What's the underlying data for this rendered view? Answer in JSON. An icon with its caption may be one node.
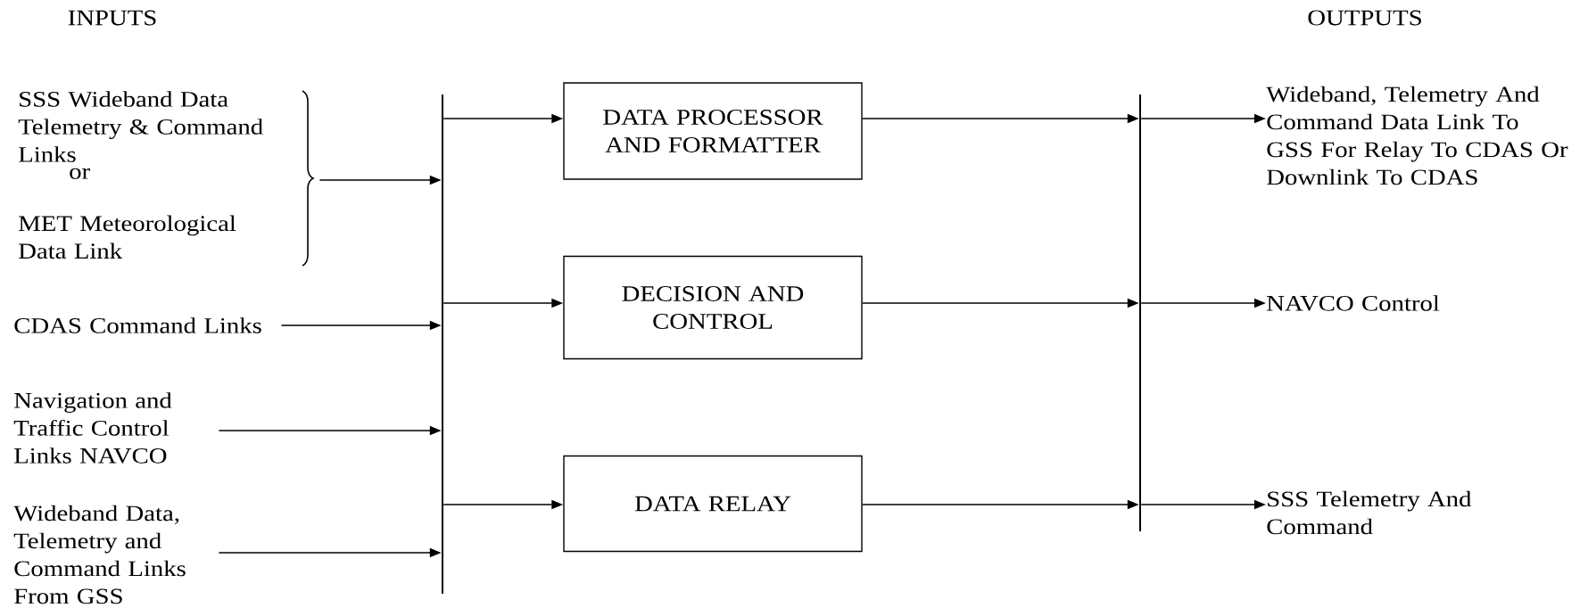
{
  "diagram": {
    "nodes": [
      {
        "text": [
          "SSS Wideband Data Telemetry & Command Links",
          "or",
          "MET Meteorological Data Link"
        ]
      },
      {
        "text": [
          "CDAS Command Links"
        ]
      },
      {
        "text": [
          "Navigation and Traffic Control Links NAVCO"
        ]
      },
      {
        "text": [
          "Wideband Data, Telemetry and Command Links From GSS"
        ]
      },
      {
        "text": [],
        "shape": "bar"
      },
      {
        "text": [
          "DATA PROCESSOR AND FORMATTER"
        ]
      },
      {
        "text": [
          "DECISION AND CONTROL"
        ]
      },
      {
        "text": [
          "DATA RELAY"
        ]
      },
      {
        "text": [],
        "shape": "bar"
      },
      {
        "text": [
          "Wideband, Telemetry And Command Data Link To GSS For Relay To CDAS Or Downlink To CDAS"
        ]
      },
      {
        "text": [
          "NAVCO Control"
        ]
      },
      {
        "text": [
          "SSS Telemetry And Command"
        ]
      }
    ],
    "edges": [
      {
        "from": 0,
        "to": 4,
        "arrow": "to"
      },
      {
        "from": 1,
        "to": 4,
        "arrow": "to"
      },
      {
        "from": 2,
        "to": 4,
        "arrow": "to"
      },
      {
        "from": 3,
        "to": 4,
        "arrow": "to"
      },
      {
        "from": 4,
        "to": 5,
        "arrow": "to"
      },
      {
        "from": 4,
        "to": 6,
        "arrow": "to"
      },
      {
        "from": 4,
        "to": 7,
        "arrow": "to"
      },
      {
        "from": 5,
        "to": 8,
        "arrow": "to"
      },
      {
        "from": 6,
        "to": 8,
        "arrow": "to"
      },
      {
        "from": 7,
        "to": 8,
        "arrow": "to"
      },
      {
        "from": 8,
        "to": 9,
        "arrow": "to"
      },
      {
        "from": 8,
        "to": 10,
        "arrow": "to"
      },
      {
        "from": 8,
        "to": 11,
        "arrow": "to"
      }
    ],
    "labels": [
      "INPUTS",
      "OUTPUTS"
    ]
  }
}
